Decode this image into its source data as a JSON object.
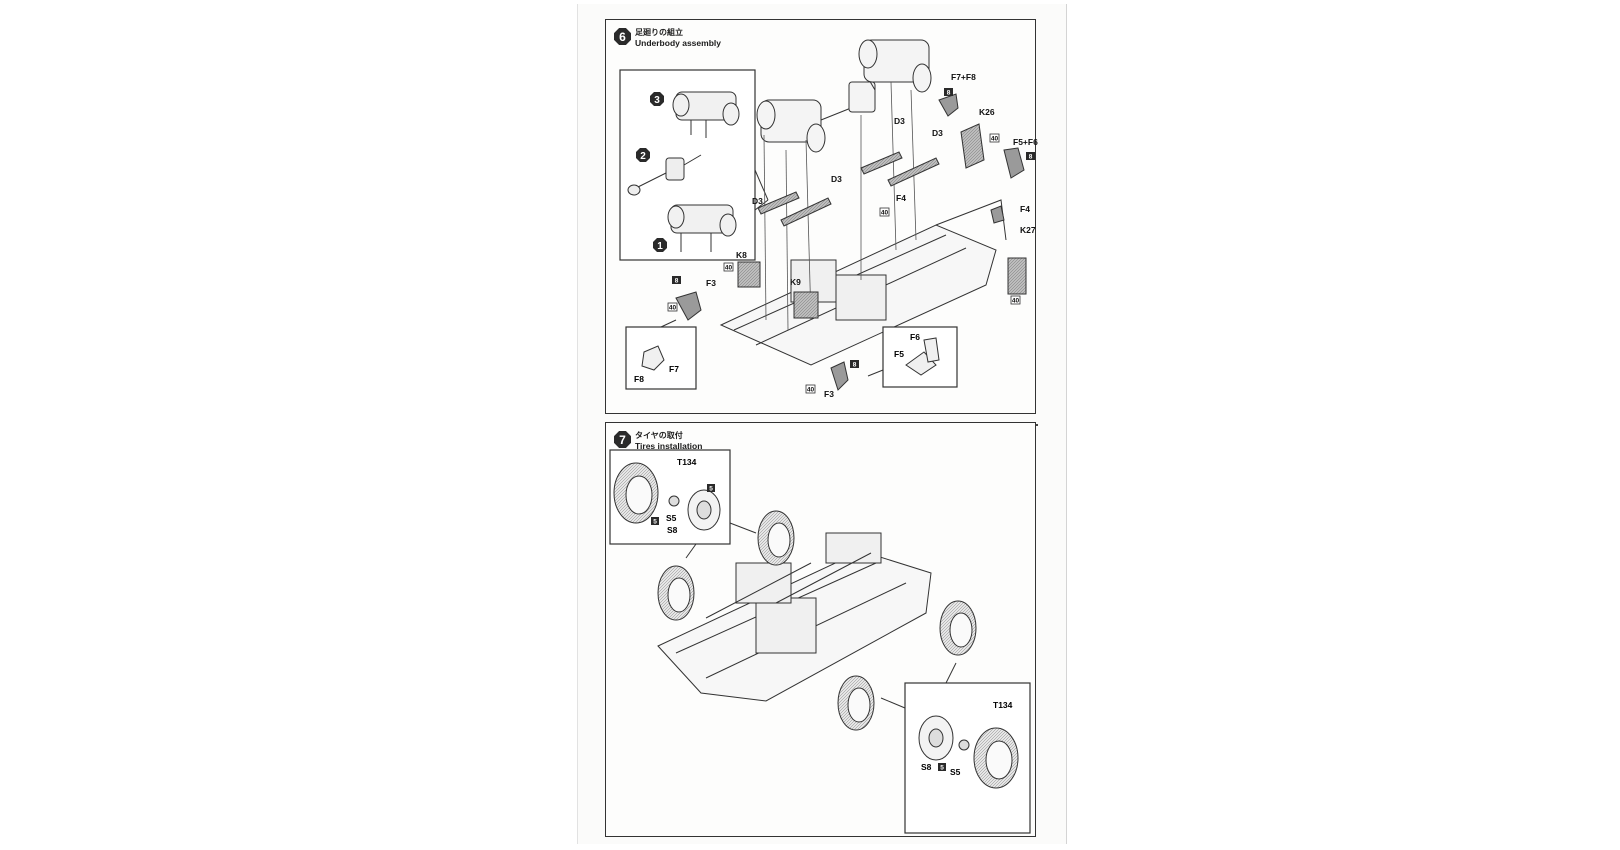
{
  "steps": [
    {
      "number": "6",
      "title_jp": "足廻りの組立",
      "title_en": "Underbody assembly",
      "sub_steps": [
        "1",
        "2",
        "3"
      ],
      "badges": [
        "8",
        "40"
      ],
      "labels": {
        "f7f8": "F7+F8",
        "k26": "K26",
        "f5f6": "F5+F6",
        "d3": "D3",
        "f4": "F4",
        "k27": "K27",
        "k8": "K8",
        "k9": "K9",
        "f3": "F3",
        "f5": "F5",
        "f6": "F6",
        "f7": "F7",
        "f8": "F8"
      }
    },
    {
      "number": "7",
      "title_jp": "タイヤの取付",
      "title_en": "Tires installation",
      "badges": [
        "5"
      ],
      "labels": {
        "t134": "T134",
        "s5": "S5",
        "s8": "S8"
      }
    }
  ]
}
